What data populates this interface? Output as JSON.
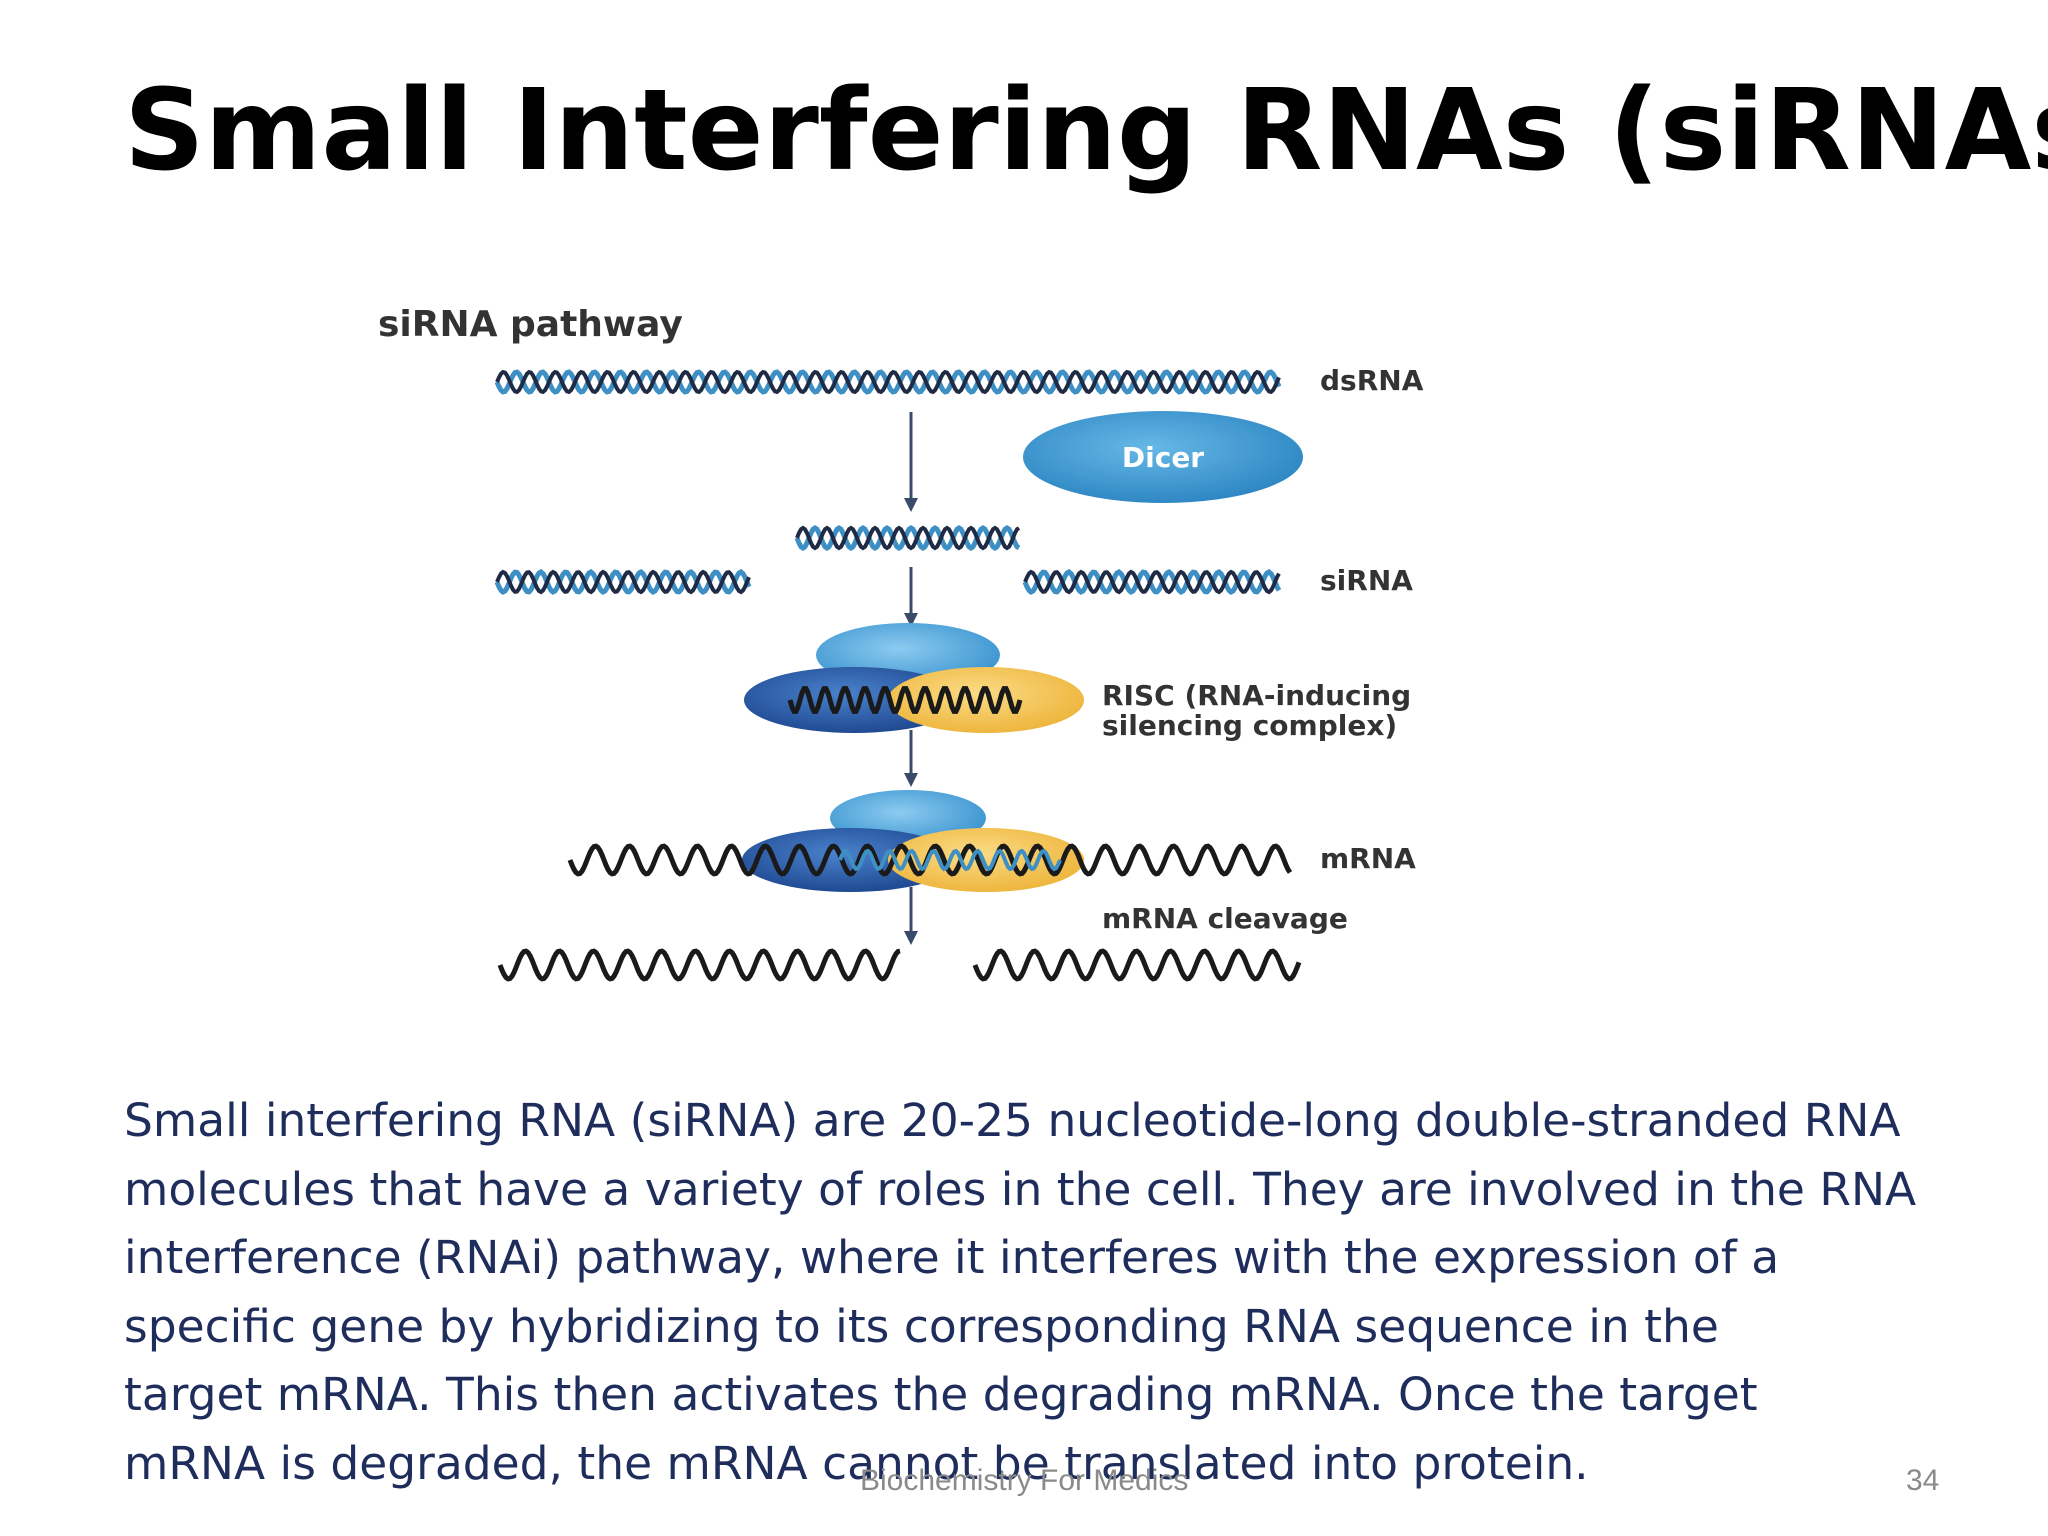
{
  "slide": {
    "title": "Small Interfering RNAs (siRNAs)",
    "diagram": {
      "heading": "siRNA pathway",
      "labels": {
        "dsrna": "dsRNA",
        "dicer": "Dicer",
        "sirna": "siRNA",
        "risc_line1": "RISC (RNA-inducing",
        "risc_line2": "silencing complex)",
        "mrna": "mRNA",
        "cleavage": "mRNA cleavage"
      },
      "colors": {
        "strand_blue": "#3d8fc4",
        "strand_dark": "#1f2a44",
        "dicer": "#3f9bd2",
        "risc_dark": "#2c5aa8",
        "risc_light": "#5aaee0",
        "risc_yellow": "#f5c85a",
        "arrow": "#3a4a6b"
      }
    },
    "body_lines": [
      "Small interfering RNA (siRNA) are 20-25 nucleotide-long double-stranded RNA",
      "molecules that have a variety of roles in the cell. They are involved in the RNA",
      "interference (RNAi) pathway, where it interferes with the expression of a",
      "specific gene by hybridizing to its corresponding RNA sequence in the",
      "target  mRNA. This then activates the degrading mRNA. Once the target",
      "mRNA is degraded, the mRNA cannot be translated into protein."
    ],
    "footer": "Biochemistry For Medics",
    "page_number": "34"
  }
}
